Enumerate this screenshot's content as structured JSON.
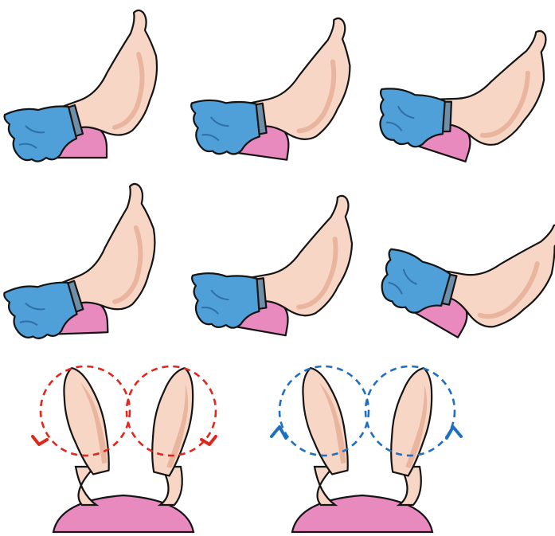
{
  "illustration": {
    "colors": {
      "skin": "#f8d6c6",
      "skin_shade": "#eab59f",
      "sock": "#4f9fd8",
      "sock_shade": "#2f6fa6",
      "cuff": "#6f8fa8",
      "pillow": "#e98abf",
      "outline": "#141414",
      "arrow_red": "#e1261c",
      "arrow_blue": "#1f6fc0"
    },
    "ankle_flex_poses": [
      {
        "name": "pose-1",
        "row": 1,
        "col": 1
      },
      {
        "name": "pose-2",
        "row": 1,
        "col": 2
      },
      {
        "name": "pose-3",
        "row": 1,
        "col": 3
      },
      {
        "name": "pose-4",
        "row": 2,
        "col": 1
      },
      {
        "name": "pose-5",
        "row": 2,
        "col": 2
      },
      {
        "name": "pose-6",
        "row": 2,
        "col": 3
      }
    ],
    "rotation_groups": [
      {
        "name": "rotation-inward",
        "direction": "inward",
        "arrow_color": "#e1261c"
      },
      {
        "name": "rotation-outward",
        "direction": "outward",
        "arrow_color": "#1f6fc0"
      }
    ]
  }
}
